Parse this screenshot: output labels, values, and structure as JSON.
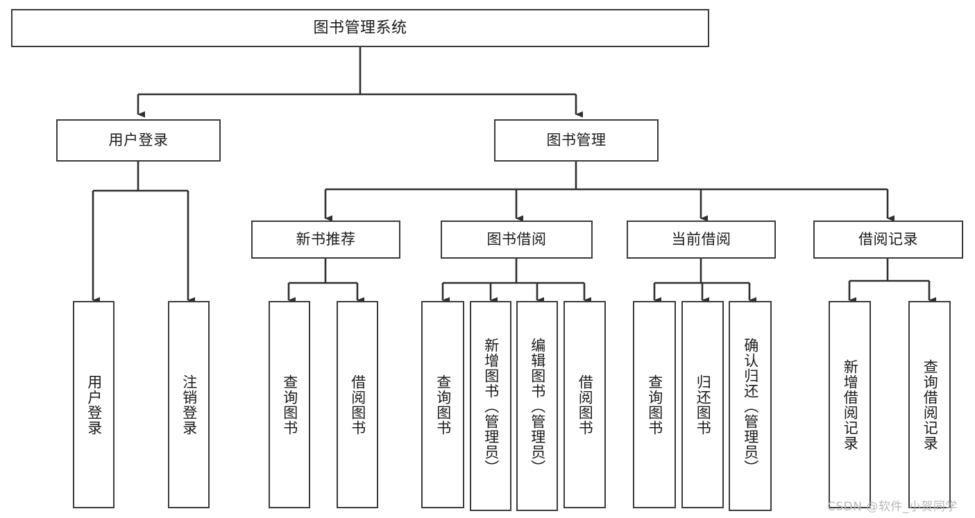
{
  "diagram": {
    "title": "图书管理系统",
    "type": "hierarchy-tree",
    "watermark": "CSDN @软件_小贺同学",
    "colors": {
      "box_border": "#3a3a3a",
      "box_fill": "#ffffff",
      "connector": "#2e2e2e",
      "text": "#1a1a1a",
      "watermark": "#b9b9b9"
    },
    "nodes": {
      "root": {
        "label": "图书管理系统"
      },
      "level2": [
        {
          "id": "user-login",
          "label": "用户登录"
        },
        {
          "id": "book-manage",
          "label": "图书管理"
        }
      ],
      "level3": [
        {
          "id": "new-book-rec",
          "label": "新书推荐"
        },
        {
          "id": "book-borrow",
          "label": "图书借阅"
        },
        {
          "id": "current-borrow",
          "label": "当前借阅"
        },
        {
          "id": "borrow-record",
          "label": "借阅记录"
        }
      ],
      "leaves": {
        "user_login": [
          {
            "id": "login",
            "label": "用户登录"
          },
          {
            "id": "logout",
            "label": "注销登录"
          }
        ],
        "new_book_rec": [
          {
            "id": "query-book-1",
            "label": "查询图书"
          },
          {
            "id": "borrow-book-1",
            "label": "借阅图书"
          }
        ],
        "book_borrow": [
          {
            "id": "query-book-2",
            "label": "查询图书"
          },
          {
            "id": "add-book",
            "label": "新增图书（管理员）"
          },
          {
            "id": "edit-book",
            "label": "编辑图书（管理员）"
          },
          {
            "id": "borrow-book-2",
            "label": "借阅图书"
          }
        ],
        "current_borrow": [
          {
            "id": "query-book-3",
            "label": "查询图书"
          },
          {
            "id": "return-book",
            "label": "归还图书"
          },
          {
            "id": "confirm-return",
            "label": "确认归还（管理员）"
          }
        ],
        "borrow_record": [
          {
            "id": "add-record",
            "label": "新增借阅记录"
          },
          {
            "id": "query-record",
            "label": "查询借阅记录"
          }
        ]
      }
    }
  }
}
